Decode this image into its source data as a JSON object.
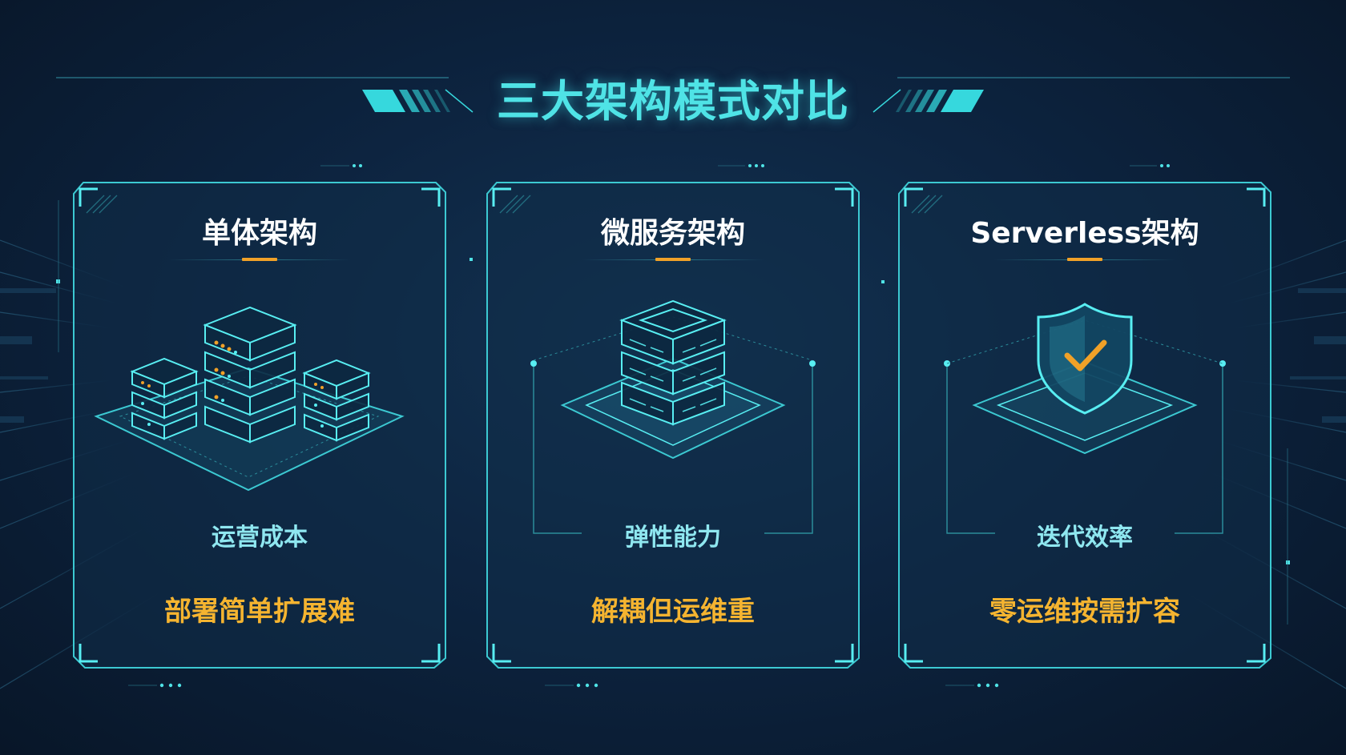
{
  "title": "三大架构模式对比",
  "colors": {
    "background": "#0b1a2e",
    "accent_cyan": "#4fe3e6",
    "accent_orange": "#f0a128",
    "note_gold": "#f5b430",
    "metric_text": "#8fe7f0"
  },
  "cards": [
    {
      "title": "单体架构",
      "icon": "server-cluster-icon",
      "metric": "运营成本",
      "note": "部署简单扩展难"
    },
    {
      "title": "微服务架构",
      "icon": "server-stack-icon",
      "metric": "弹性能力",
      "note": "解耦但运维重"
    },
    {
      "title": "Serverless架构",
      "icon": "shield-check-icon",
      "metric": "迭代效率",
      "note": "零运维按需扩容"
    }
  ]
}
